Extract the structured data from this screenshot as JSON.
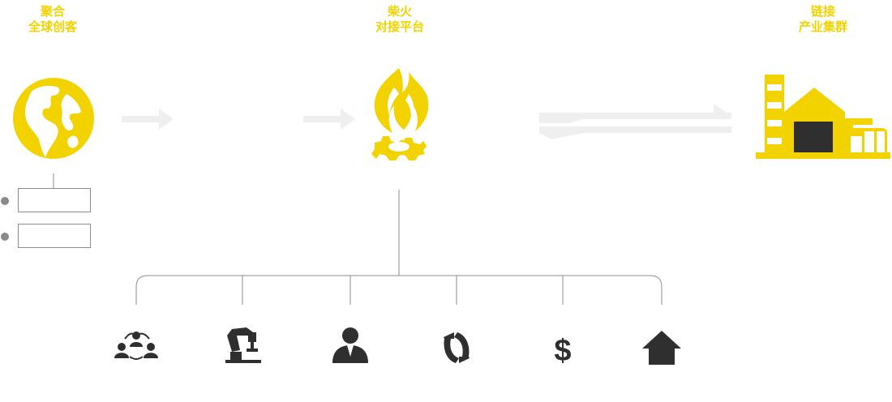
{
  "colors": {
    "accent": "#f2d300",
    "dark": "#2f2f2f",
    "line": "#8c8c8c",
    "arrow": "#efefef",
    "bullet": "#8a8a8a"
  },
  "headings": {
    "left": {
      "line1": "聚合",
      "line2": "全球创客"
    },
    "middle": {
      "line1": "柴火",
      "line2": "对接平台"
    },
    "right": {
      "line1": "链接",
      "line2": "产业集群"
    }
  },
  "icons": {
    "globe": "globe-icon",
    "flame": "flame-gear-icon",
    "factory": "factory-icon",
    "bottom": [
      "community-icon",
      "robot-arm-icon",
      "person-icon",
      "cycle-icon",
      "dollar-icon",
      "home-icon"
    ]
  },
  "left_list": {
    "items": [
      "",
      ""
    ]
  },
  "bottom_icons": {
    "dollar_glyph": "$"
  }
}
